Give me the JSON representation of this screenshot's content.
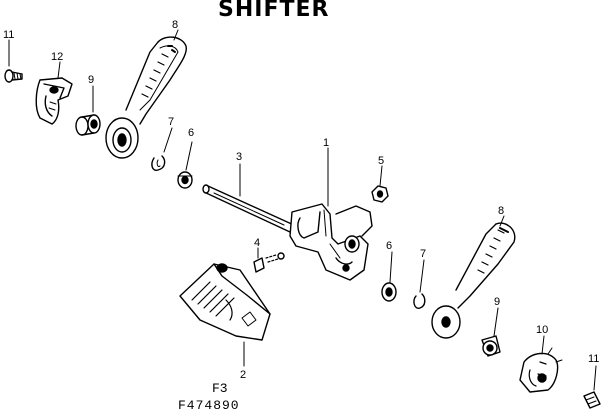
{
  "title": "SHIFTER",
  "figure_code": "F3",
  "part_number": "F474890",
  "callouts": [
    "1",
    "2",
    "3",
    "4",
    "5",
    "6",
    "6",
    "7",
    "7",
    "8",
    "8",
    "9",
    "9",
    "10",
    "11",
    "11",
    "12"
  ],
  "parts": [
    {
      "callout": "1",
      "name": "shifter-bracket"
    },
    {
      "callout": "2",
      "name": "shift-gate"
    },
    {
      "callout": "3",
      "name": "shaft"
    },
    {
      "callout": "4",
      "name": "spring-pin"
    },
    {
      "callout": "5",
      "name": "nut"
    },
    {
      "callout": "6",
      "name": "washer"
    },
    {
      "callout": "7",
      "name": "spring-clip"
    },
    {
      "callout": "8",
      "name": "shift-lever"
    },
    {
      "callout": "9",
      "name": "bushing"
    },
    {
      "callout": "10",
      "name": "lever-bracket-right"
    },
    {
      "callout": "11",
      "name": "screw"
    },
    {
      "callout": "12",
      "name": "lever-bracket-left"
    }
  ]
}
